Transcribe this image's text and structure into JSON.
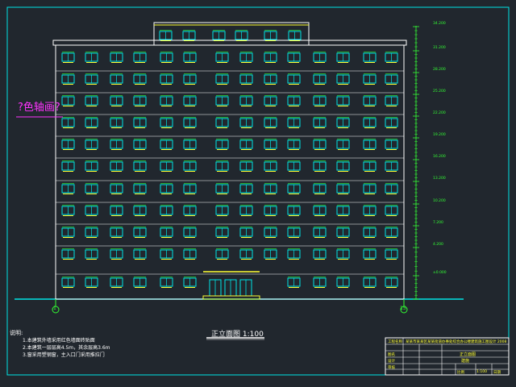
{
  "drawing": {
    "heading": "?色轴画?",
    "view_title": "正立面图 1:100",
    "axis_left": "1",
    "axis_right": "15",
    "elevations": [
      "34.200",
      "31.200",
      "28.200",
      "25.200",
      "22.200",
      "19.200",
      "16.200",
      "13.200",
      "10.200",
      "7.200",
      "4.200",
      "±0.000"
    ]
  },
  "notes": {
    "heading": "说明:",
    "lines": [
      "1.本建筑外墙采用红色墙面砖贴面",
      "2.本建筑一层层高4.5m，其余层高3.6m",
      "3.窗采用塑钢窗，主入口门采用推拉门"
    ]
  },
  "title_block": {
    "project_label": "工程名称",
    "project_value": "某某市某某区某某街道办事处综合办公楼建筑施工图设计 2008 版本",
    "drawing_label": "图名",
    "drawing_value": "正立面图",
    "drawing_no": "建施",
    "design_label": "设计",
    "check_label": "审核",
    "scale_label": "比例",
    "scale_value": "1:100",
    "date_label": "日期"
  },
  "colors": {
    "background": "#21272e",
    "building_outline": "#ffffff",
    "cyan": "#00e5e5",
    "green": "#33ff33",
    "yellow": "#ffff33",
    "magenta": "#ff33ff"
  }
}
